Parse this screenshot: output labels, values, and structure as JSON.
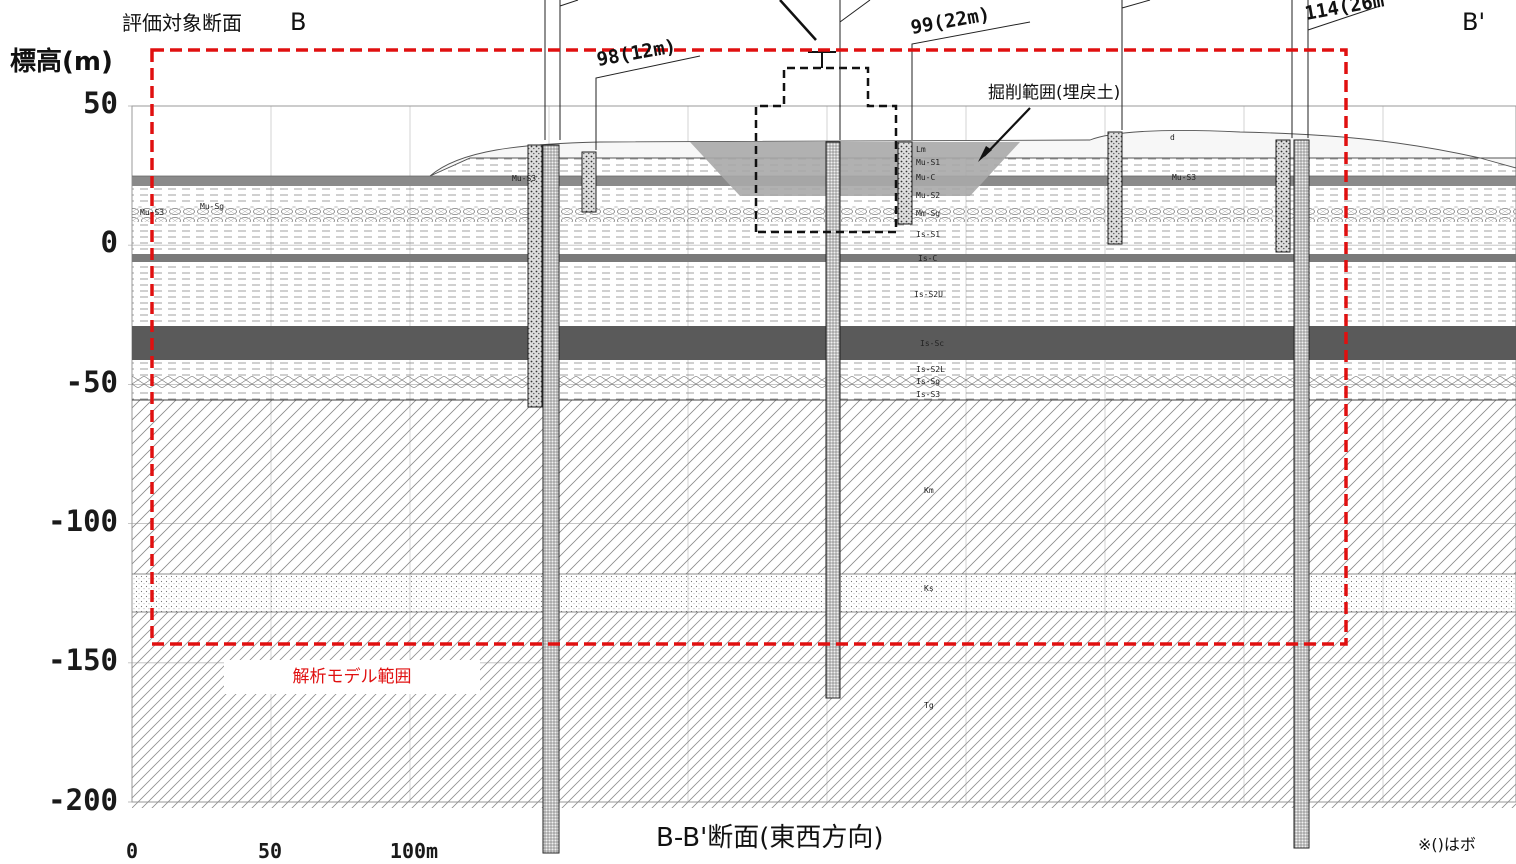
{
  "section_title": "評価対象断面",
  "endpoint_left": "B",
  "endpoint_right": "B'",
  "y_axis_title": "標高(m)",
  "y_axis": {
    "ticks": [
      50,
      0,
      -50,
      -100,
      -150,
      -200
    ],
    "labels": [
      "50",
      "0",
      "-50",
      "-100",
      "-150",
      "-200"
    ]
  },
  "scale_bar": {
    "labels": [
      "0",
      "50",
      "100m"
    ]
  },
  "boreholes": [
    {
      "label": "98(12m)"
    },
    {
      "label": "99(22m)"
    },
    {
      "label": "114(26m"
    }
  ],
  "excavation_label": "掘削範囲(埋戻土)",
  "model_range_label": "解析モデル範囲",
  "section_caption": "B-B'断面(東西方向)",
  "footnote": "※()はボ",
  "layers": [
    "Lm",
    "Mu-S1",
    "Mu-C",
    "Mu-S2",
    "Mm-Sg",
    "Is-S1",
    "Is-C",
    "Is-S2U",
    "Is-Sc",
    "Is-S2L",
    "Is-Sg",
    "Is-S3",
    "Km",
    "Ks",
    "Tg"
  ],
  "side_layer_labels": [
    "Mu-S3",
    "Mu-Sg",
    "Mu-S3",
    "Mu-S3"
  ],
  "surface_label": "d",
  "colors": {
    "model_range": "#e01010",
    "sc_band": "#5a5a5a",
    "excavation_fill": "#a8a8a8",
    "grid": "#bfbfbf"
  }
}
